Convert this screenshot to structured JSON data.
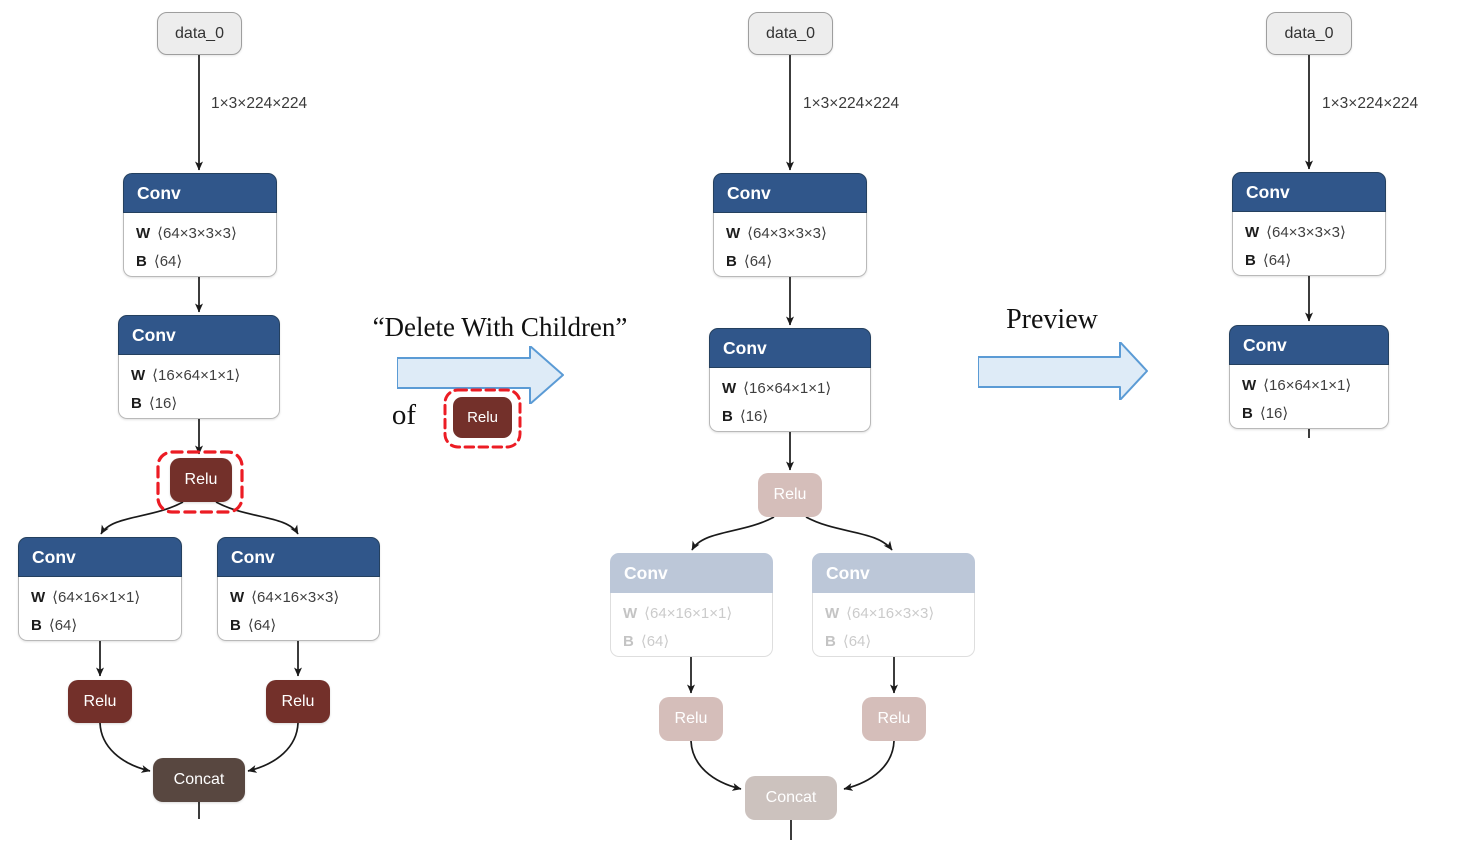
{
  "palette": {
    "conv_blue": "#30568A",
    "conv_edge": "#24405F",
    "conv_blue_faded": "#BCC7D8",
    "relu_red": "#73302A",
    "relu_red_faded": "#D5BEBA",
    "concat_brown": "#584740",
    "concat_brown_faded": "#CCC2BE",
    "data_gray": "#EDEDED",
    "data_border": "#9E9E9E",
    "border_gray": "#B9B9B9",
    "border_gray_faded": "#DEDEDE",
    "faded_key": "#C4C4C4",
    "faded_value": "#CBCBCB",
    "key_text": "#1C1C1C",
    "value_text": "#3F3F3F",
    "label_text": "#3A3A3A",
    "edge_color": "#1A1A1A",
    "highlight_red": "#EC1C24",
    "block_arrow_fill": "#DEEBF7",
    "block_arrow_stroke": "#5B9BD5",
    "annotation_text": "#111111"
  },
  "annotations": {
    "action_label": "“Delete With Children”",
    "of_label": "of",
    "target_label": "Relu",
    "preview_label": "Preview"
  },
  "diagrams": {
    "original": {
      "data_label": "data_0",
      "tensor_label": "1×3×224×224",
      "conv1": {
        "title": "Conv",
        "w": "W",
        "w_shape": "⟨64×3×3×3⟩",
        "b": "B",
        "b_shape": "⟨64⟩"
      },
      "conv2": {
        "title": "Conv",
        "w": "W",
        "w_shape": "⟨16×64×1×1⟩",
        "b": "B",
        "b_shape": "⟨16⟩"
      },
      "relu1": "Relu",
      "conv3": {
        "title": "Conv",
        "w": "W",
        "w_shape": "⟨64×16×1×1⟩",
        "b": "B",
        "b_shape": "⟨64⟩"
      },
      "conv4": {
        "title": "Conv",
        "w": "W",
        "w_shape": "⟨64×16×3×3⟩",
        "b": "B",
        "b_shape": "⟨64⟩"
      },
      "relu2": "Relu",
      "relu3": "Relu",
      "concat": "Concat"
    },
    "marked": {
      "data_label": "data_0",
      "tensor_label": "1×3×224×224",
      "conv1": {
        "title": "Conv",
        "w": "W",
        "w_shape": "⟨64×3×3×3⟩",
        "b": "B",
        "b_shape": "⟨64⟩"
      },
      "conv2": {
        "title": "Conv",
        "w": "W",
        "w_shape": "⟨16×64×1×1⟩",
        "b": "B",
        "b_shape": "⟨16⟩"
      },
      "relu1": "Relu",
      "conv3": {
        "title": "Conv",
        "w": "W",
        "w_shape": "⟨64×16×1×1⟩",
        "b": "B",
        "b_shape": "⟨64⟩"
      },
      "conv4": {
        "title": "Conv",
        "w": "W",
        "w_shape": "⟨64×16×3×3⟩",
        "b": "B",
        "b_shape": "⟨64⟩"
      },
      "relu2": "Relu",
      "relu3": "Relu",
      "concat": "Concat"
    },
    "preview": {
      "data_label": "data_0",
      "tensor_label": "1×3×224×224",
      "conv1": {
        "title": "Conv",
        "w": "W",
        "w_shape": "⟨64×3×3×3⟩",
        "b": "B",
        "b_shape": "⟨64⟩"
      },
      "conv2": {
        "title": "Conv",
        "w": "W",
        "w_shape": "⟨16×64×1×1⟩",
        "b": "B",
        "b_shape": "⟨16⟩"
      }
    }
  }
}
